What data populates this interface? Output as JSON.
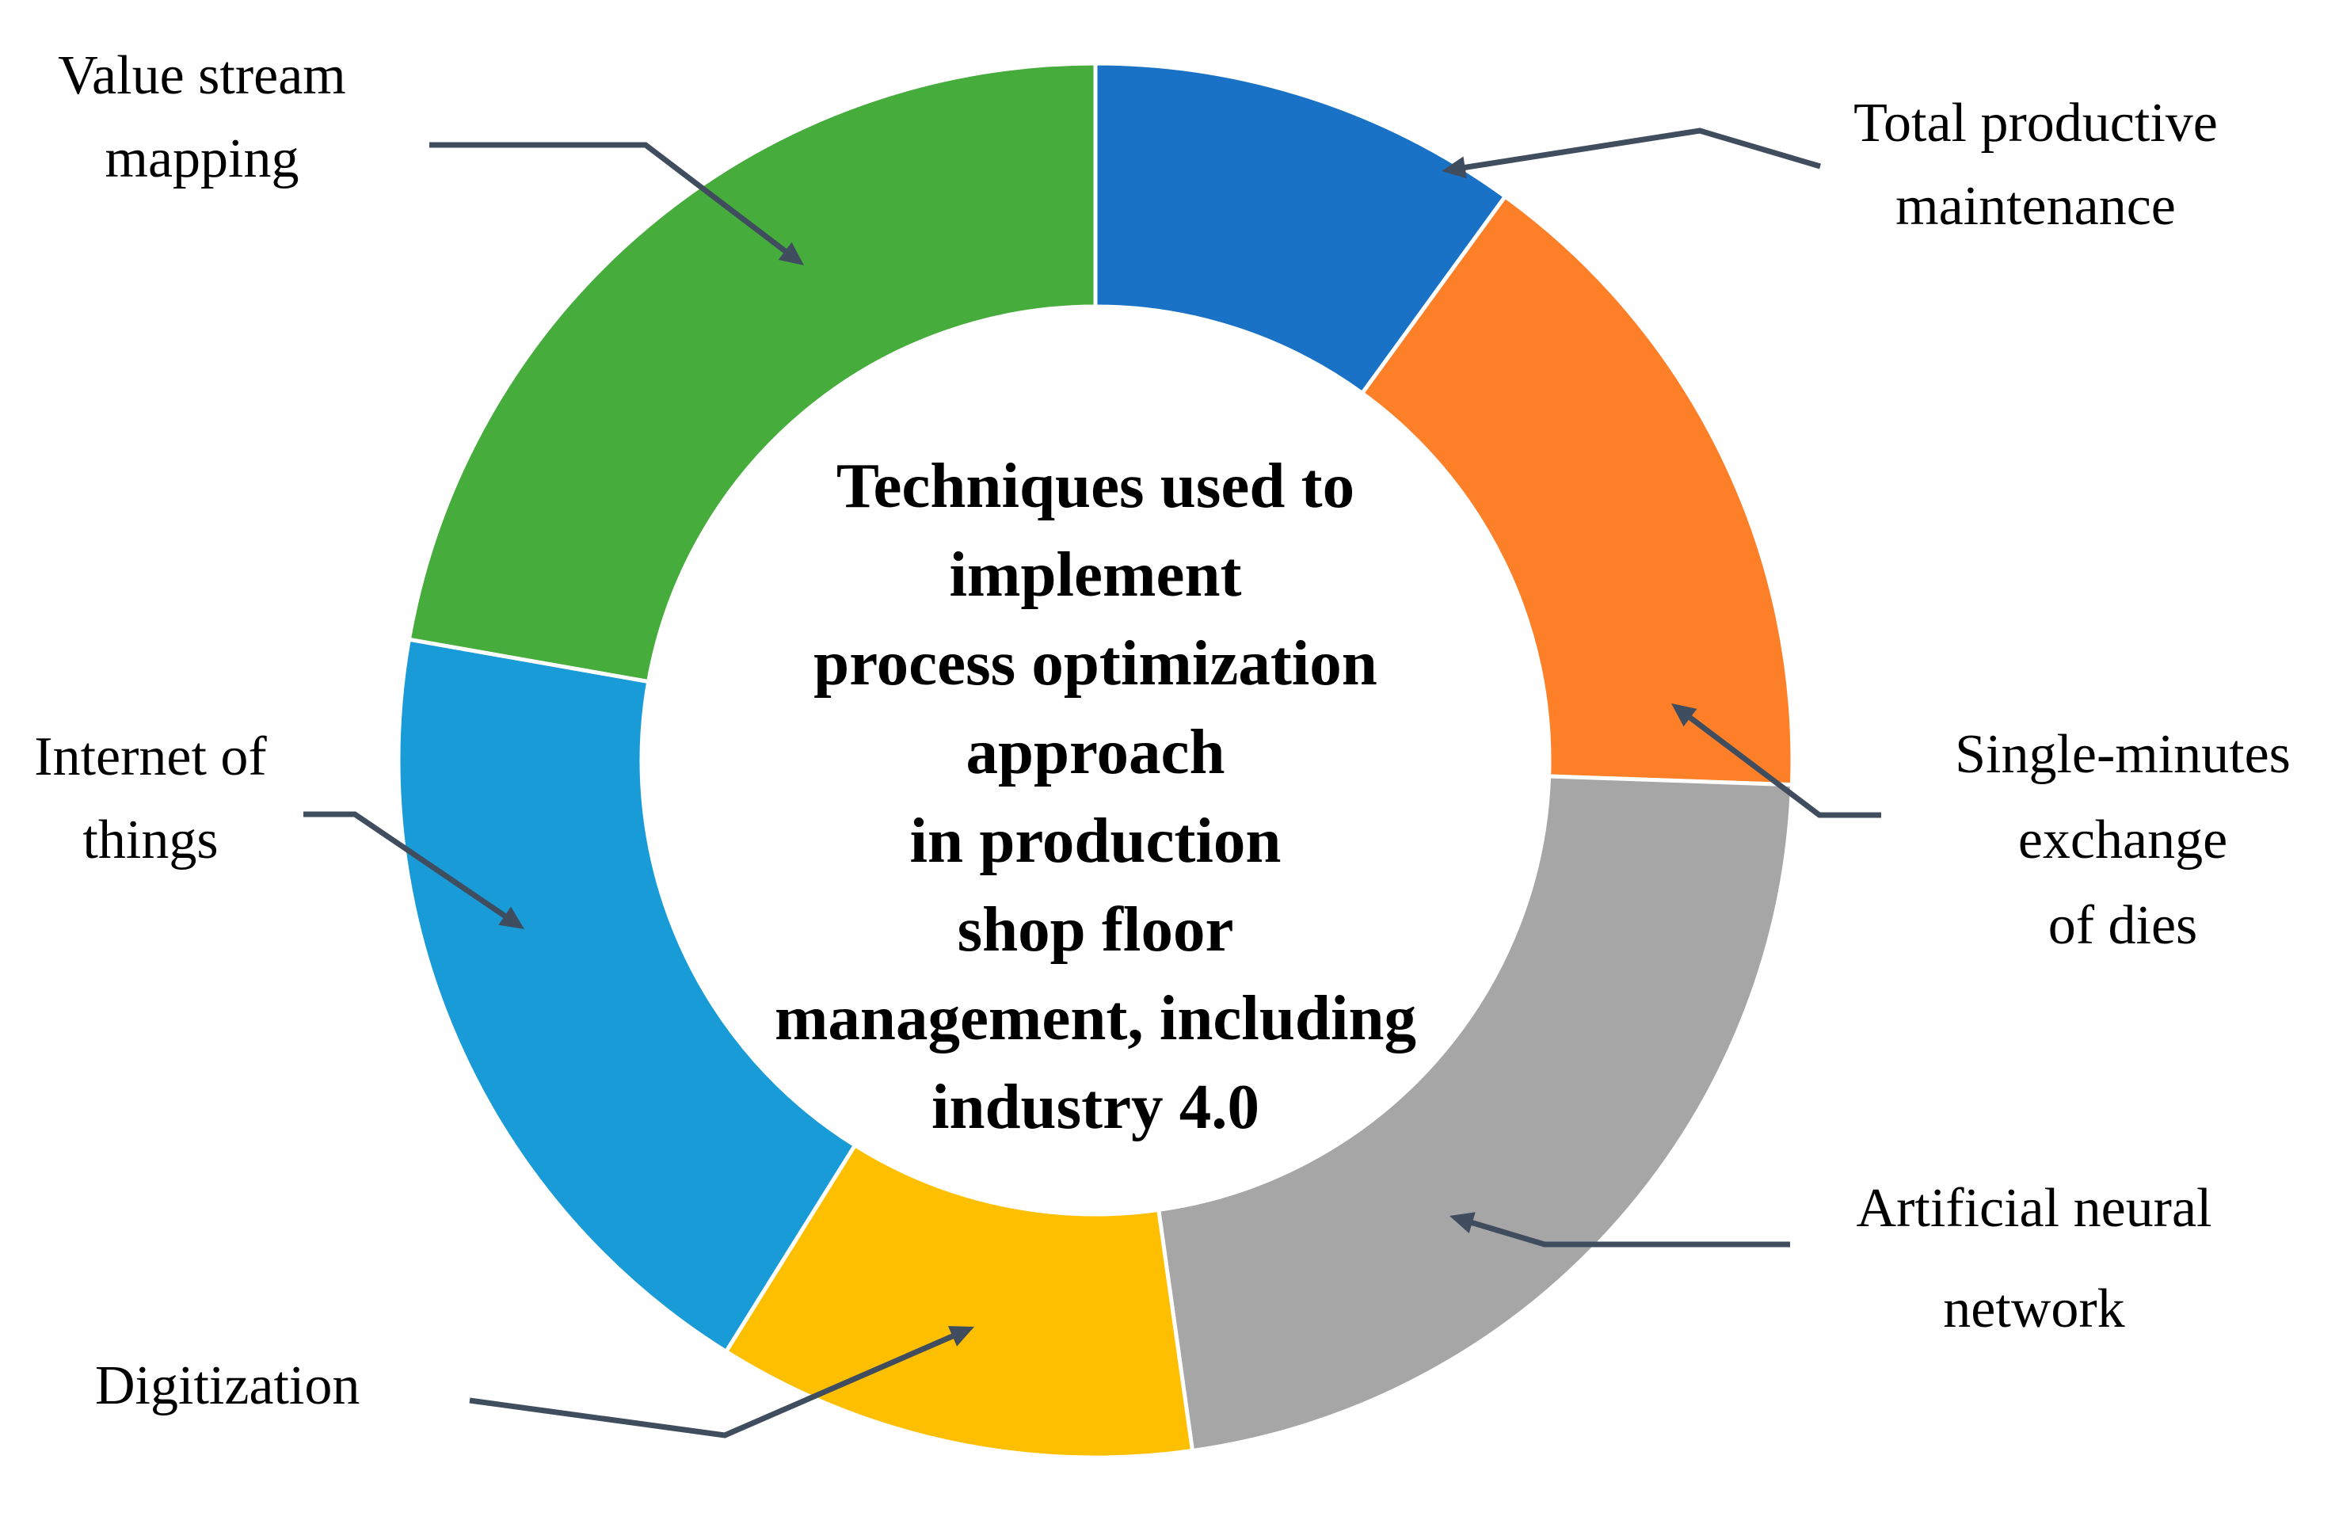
{
  "chart_data": {
    "type": "pie",
    "variant": "donut",
    "title_lines": [
      "Techniques used to",
      "implement",
      "process optimization",
      "approach",
      "in production",
      "shop floor",
      "management, including",
      "industry 4.0"
    ],
    "slices": [
      {
        "label_lines": [
          "Total productive",
          "maintenance"
        ],
        "value": 9,
        "color": "#1a72c6"
      },
      {
        "label_lines": [
          "Single-minutes",
          "exchange",
          "of dies"
        ],
        "value": 14,
        "color": "#fd7f28"
      },
      {
        "label_lines": [
          "Artificial neural",
          "network"
        ],
        "value": 20,
        "color": "#a6a6a6"
      },
      {
        "label_lines": [
          "Digitization"
        ],
        "value": 10,
        "color": "#fdbf00"
      },
      {
        "label_lines": [
          "Internet of",
          "things"
        ],
        "value": 17,
        "color": "#199bd7"
      },
      {
        "label_lines": [
          "Value stream",
          "mapping"
        ],
        "value": 20,
        "color": "#46ac3c"
      }
    ],
    "start_angle_deg": 0,
    "direction": "clockwise",
    "leader_color": "#3f4d5f",
    "legend": "none"
  }
}
